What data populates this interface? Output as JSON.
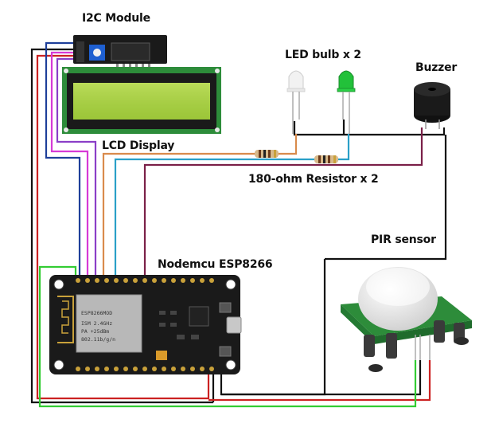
{
  "labels": {
    "i2c_module": "I2C Module",
    "led_bulb": "LED bulb x 2",
    "buzzer": "Buzzer",
    "lcd_display": "LCD Display",
    "resistor": "180-ohm Resistor x 2",
    "pir_sensor": "PIR sensor",
    "nodemcu": "Nodemcu ESP8266"
  },
  "chip": {
    "line1": "ESP8266MOD",
    "line2": "ISM 2.4GHz",
    "line3": "PA +25dBm",
    "line4": "802.11b/g/n"
  },
  "colors": {
    "wire_blue": "#1e3f9a",
    "wire_magenta": "#d63ad6",
    "wire_violet": "#8b3fc7",
    "wire_orange": "#d98b4c",
    "wire_cyan": "#2aa0c8",
    "wire_maroon": "#7a2048",
    "wire_red": "#cc2222",
    "wire_green": "#33cc33",
    "wire_black": "#111111",
    "lcd_screen": "#a8d040",
    "pcb_dark": "#1a1a1a"
  }
}
